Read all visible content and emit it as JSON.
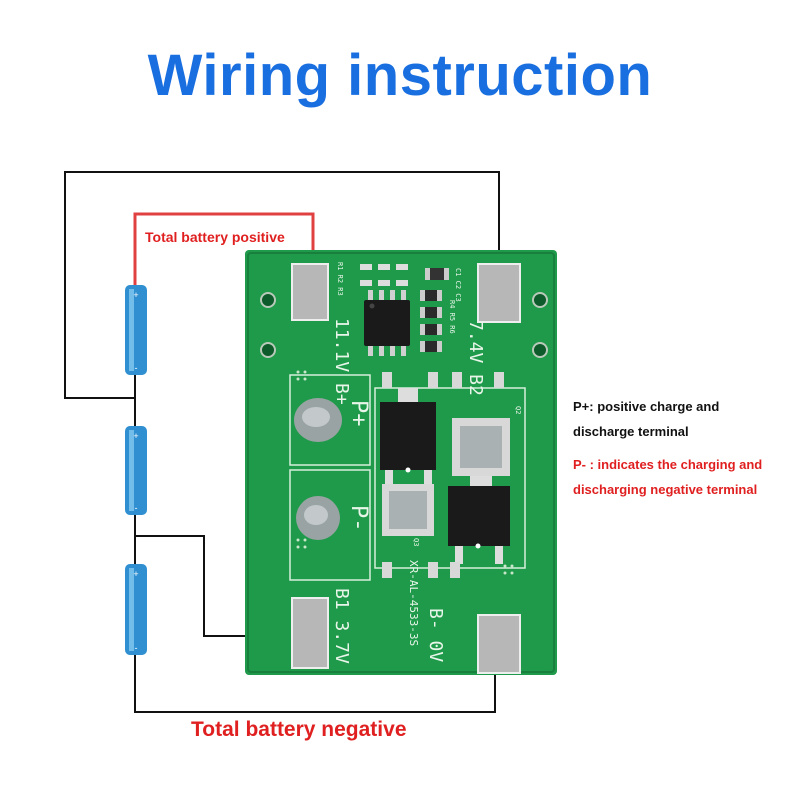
{
  "title": "Wiring instruction",
  "labels": {
    "total_positive": "Total battery positive",
    "total_negative": "Total battery negative"
  },
  "notes": {
    "p_plus_line1": "P+: positive charge and",
    "p_plus_line2": "discharge terminal",
    "p_minus_line1": "P- : indicates the charging and",
    "p_minus_line2": "discharging negative terminal"
  },
  "board": {
    "pad_b_plus": "11.1V B+",
    "pad_b2": "7.4V B2",
    "pad_b1": "B1 3.7V",
    "pad_b_minus": "B- 0V",
    "p_plus": "P+",
    "p_minus": "P-",
    "model": "XR-AL-4533-3S",
    "refs_top": "R1 R2 R3",
    "refs_caps": "C1 C2 C3",
    "refs_res": "R4 R5 R6",
    "q2": "Q2",
    "q3": "Q3"
  },
  "colors": {
    "title": "#1a6fe0",
    "label_red": "#e02020",
    "pcb_green": "#1f9a4a",
    "battery_blue": "#2f8fd0",
    "wire_black": "#111111",
    "wire_red": "#e04040"
  }
}
